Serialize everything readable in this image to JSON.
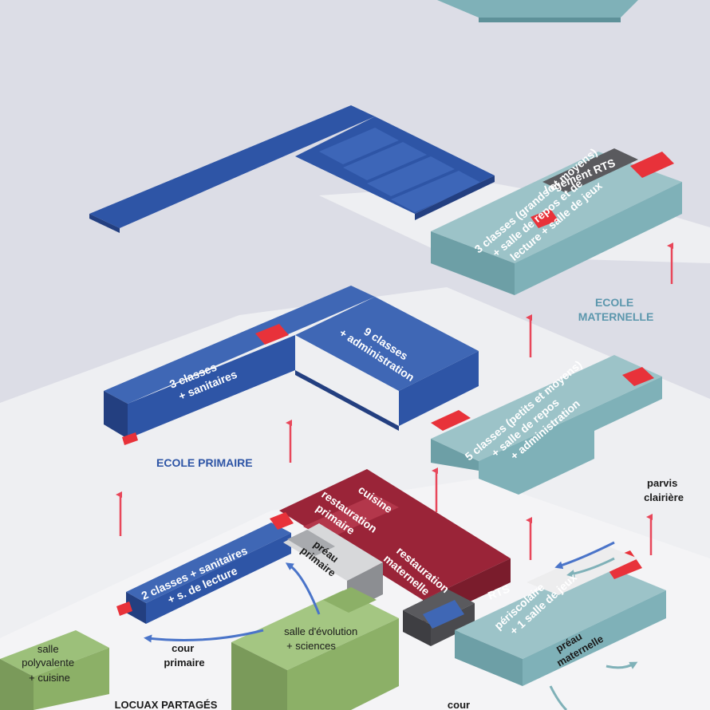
{
  "colors": {
    "background": "#dcdde6",
    "primaire": "#2e55a6",
    "maternelle": "#7fb1b8",
    "restauration": "#9a2438",
    "partage": "#8cb067",
    "accent_red": "#e8323a",
    "arrow_red": "#e8475a",
    "flow_blue": "#4a74c9"
  },
  "labels": {
    "zone_maternelle": [
      "ECOLE",
      "MATERNELLE"
    ],
    "zone_primaire": "ECOLE PRIMAIRE",
    "logement": "logement RTS",
    "mat_upper": [
      "3 classes (grands et moyens)",
      "+ salle de repos et de",
      "lecture + salle de jeux"
    ],
    "prim_3": [
      "3 classes",
      "+ sanitaires"
    ],
    "prim_9": [
      "9 classes",
      "+ administration"
    ],
    "mat_mid": [
      "5 classes (petits et moyens)",
      "+ salle de repos",
      "+ administration"
    ],
    "cuisine": "cuisine",
    "rest_primaire": [
      "restauration",
      "primaire"
    ],
    "preau_primaire": [
      "préau",
      "primaire"
    ],
    "rest_maternelle": [
      "restauration",
      "maternelle"
    ],
    "prim_ground": [
      "2 classes + sanitaires",
      "+ s. de lecture"
    ],
    "rts": "RTS",
    "periscolaire": [
      "périscolaire",
      "+ 1 salle de jeux"
    ],
    "preau_maternelle": [
      "préau",
      "maternelle"
    ],
    "parvis": [
      "parvis",
      "clairière"
    ],
    "salle_poly": [
      "salle",
      "polyvalente",
      "+ cuisine"
    ],
    "salle_evol": [
      "salle d'évolution",
      "+ sciences"
    ],
    "cour_primaire": [
      "cour",
      "primaire"
    ],
    "cour": "cour",
    "locaux": "LOCUAX PARTAGÉS"
  }
}
